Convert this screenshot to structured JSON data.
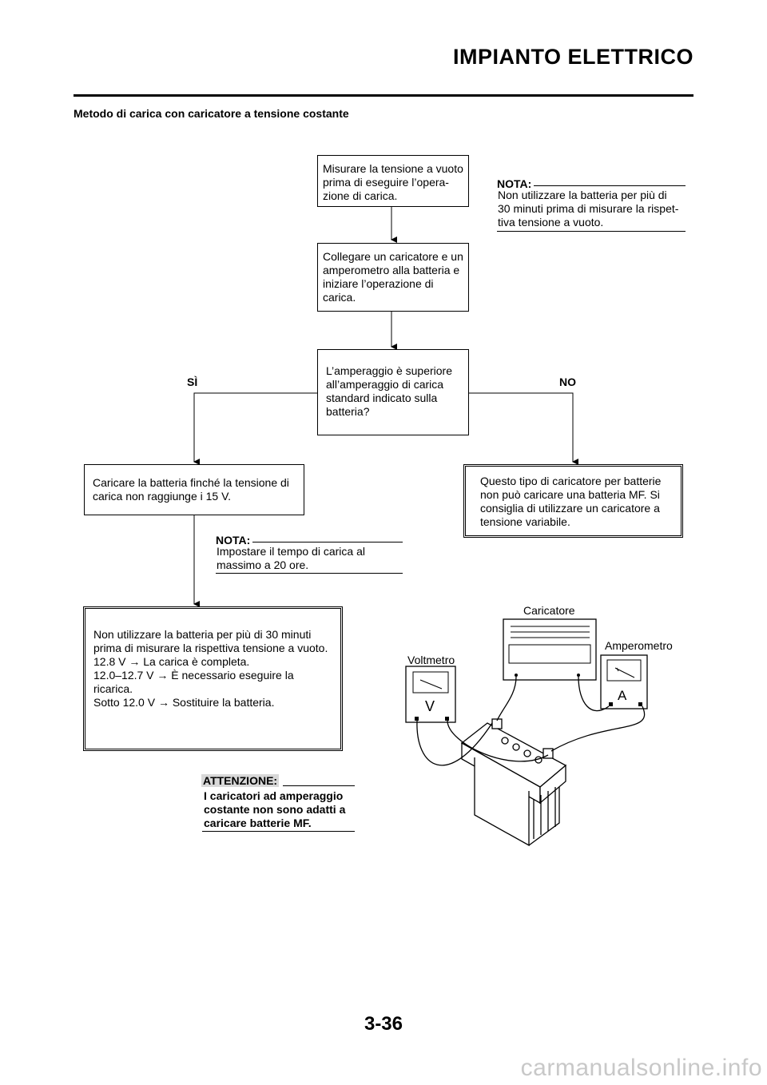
{
  "header": {
    "title": "IMPIANTO ELETTRICO"
  },
  "subtitle": "Metodo di carica con caricatore a tensione costante",
  "flow": {
    "step1": "Misurare la tensione a vuoto\nprima di eseguire l’opera-\nzione di carica.",
    "step2": "Collegare un caricatore e un\namperometro alla batteria e\niniziare l’operazione di\ncarica.",
    "question": "L’amperaggio è superiore\nall’amperaggio di carica\nstandard indicato sulla\nbatteria?",
    "yes_label": "SÌ",
    "no_label": "NO",
    "yes_box": "Caricare la batteria finché la tensione di\ncarica non raggiunge i 15 V.",
    "no_box": "Questo tipo di caricatore per batterie\nnon può caricare una batteria MF. Si\nconsiglia di utilizzare un caricatore a\ntensione variabile.",
    "final_box": "Non utilizzare la batteria per più di 30 minuti\nprima di misurare la rispettiva tensione a vuoto.\n12.8 V → La carica è completa.\n12.0–12.7 V → È necessario eseguire la\nricarica.\nSotto 12.0 V → Sostituire la batteria."
  },
  "notes": {
    "note1_label": "NOTA:",
    "note1_text": "Non utilizzare la batteria per più di\n30 minuti prima di misurare la rispet-\ntiva tensione a vuoto.",
    "note2_label": "NOTA:",
    "note2_text": "Impostare il tempo di carica al\nmassimo a 20 ore.",
    "warning_label": "ATTENZIONE:",
    "warning_text": "I caricatori ad amperaggio\ncostante non sono adatti a\ncaricare batterie MF."
  },
  "figure": {
    "charger_label": "Caricatore",
    "ammeter_label": "Amperometro",
    "voltmeter_label": "Voltmetro",
    "voltmeter_symbol": "V",
    "ammeter_symbol": "A"
  },
  "footer": {
    "page_number": "3-36",
    "watermark": "carmanualsonline.info"
  }
}
